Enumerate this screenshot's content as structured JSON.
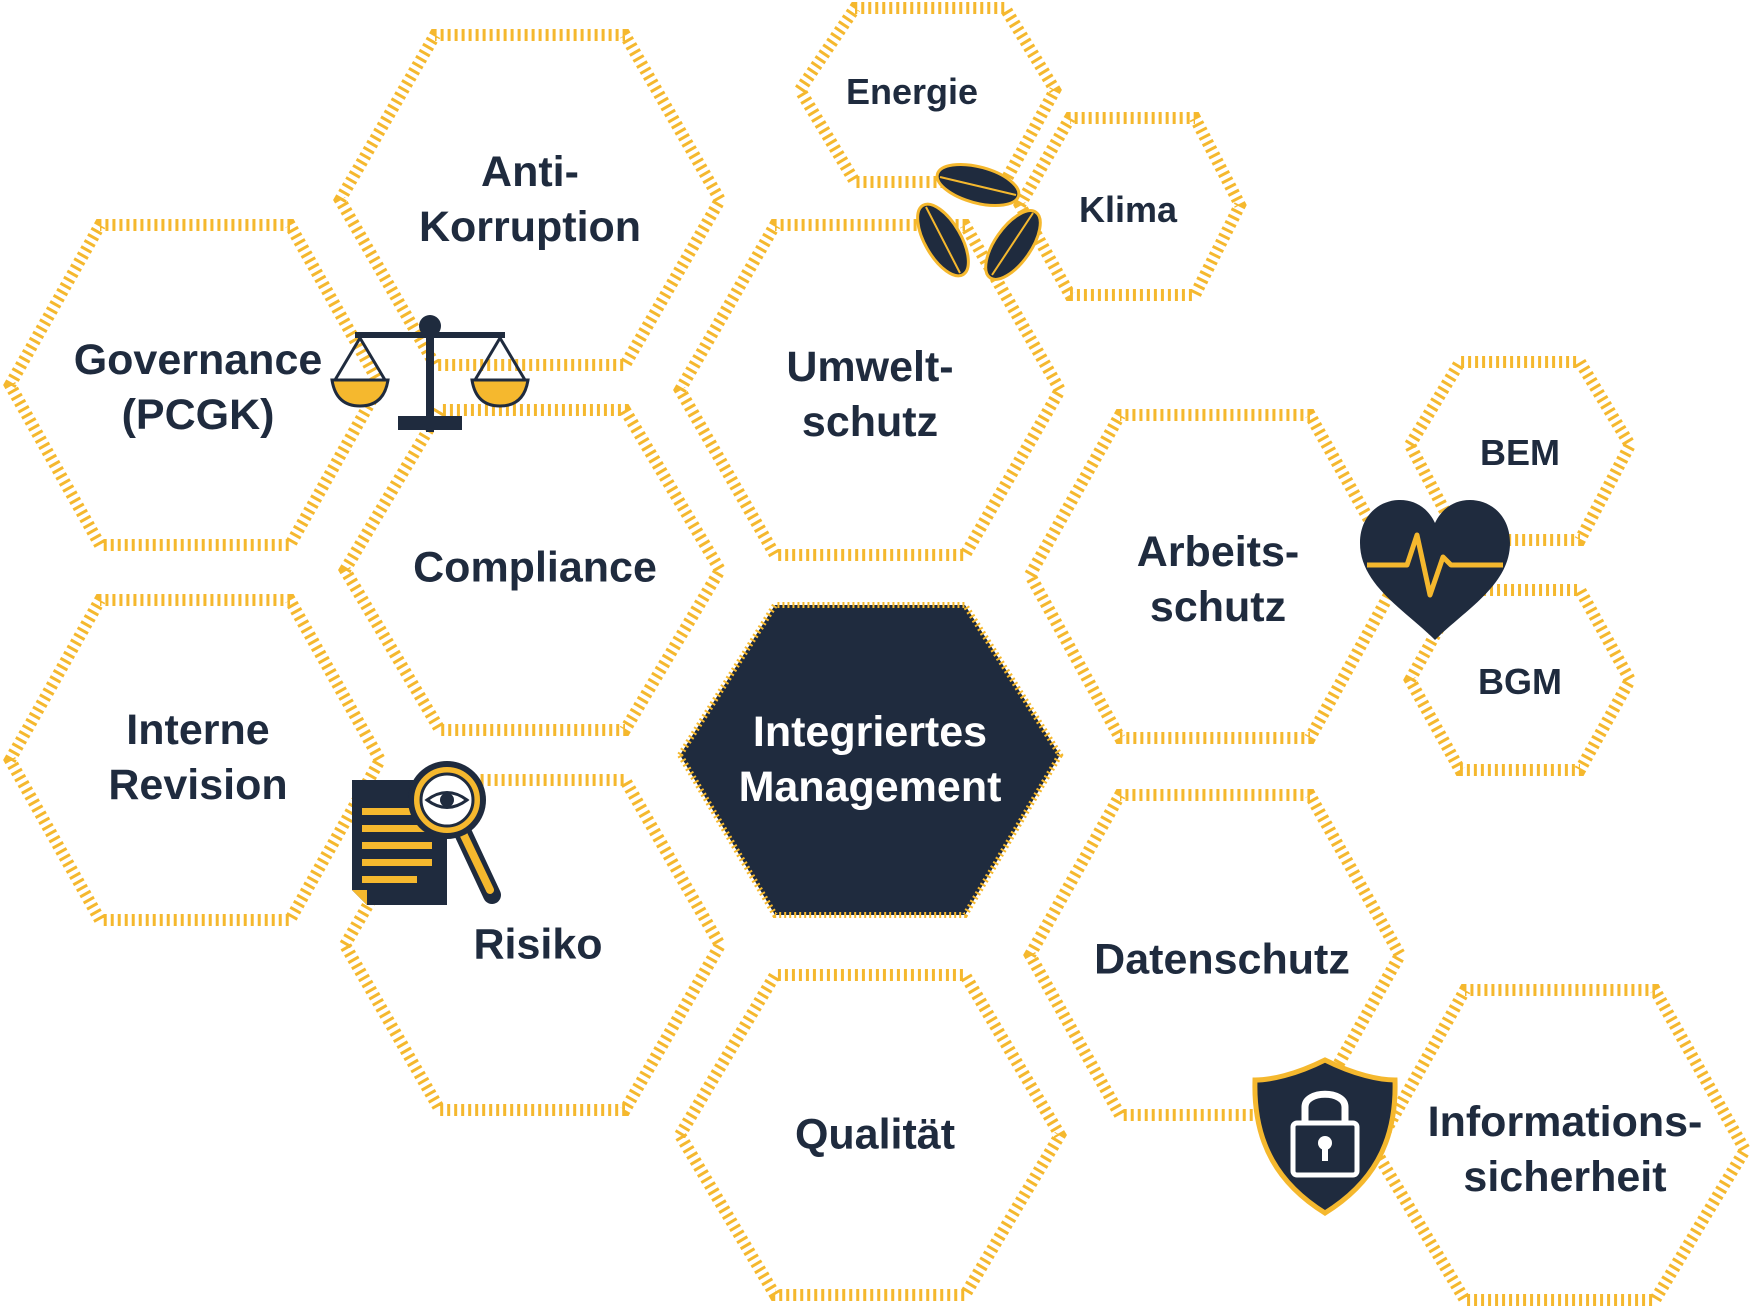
{
  "diagram": {
    "colors": {
      "accent": "#f5b82e",
      "dark": "#1f2b3e",
      "background": "#ffffff"
    },
    "center": {
      "lines": [
        "Integriertes",
        "Management"
      ]
    },
    "nodes": [
      {
        "id": "anti-korruption",
        "lines": [
          "Anti-",
          "Korruption"
        ]
      },
      {
        "id": "governance",
        "lines": [
          "Governance",
          "(PCGK)"
        ]
      },
      {
        "id": "compliance",
        "lines": [
          "Compliance"
        ]
      },
      {
        "id": "interne-revision",
        "lines": [
          "Interne",
          "Revision"
        ]
      },
      {
        "id": "risiko",
        "lines": [
          "Risiko"
        ]
      },
      {
        "id": "umweltschutz",
        "lines": [
          "Umwelt-",
          "schutz"
        ]
      },
      {
        "id": "energie",
        "lines": [
          "Energie"
        ]
      },
      {
        "id": "klima",
        "lines": [
          "Klima"
        ]
      },
      {
        "id": "arbeitsschutz",
        "lines": [
          "Arbeits-",
          "schutz"
        ]
      },
      {
        "id": "bem",
        "lines": [
          "BEM"
        ]
      },
      {
        "id": "bgm",
        "lines": [
          "BGM"
        ]
      },
      {
        "id": "datenschutz",
        "lines": [
          "Datenschutz"
        ]
      },
      {
        "id": "qualitaet",
        "lines": [
          "Qualität"
        ]
      },
      {
        "id": "informationssicherheit",
        "lines": [
          "Informations-",
          "sicherheit"
        ]
      }
    ],
    "icons": [
      "scales-icon",
      "leaves-icon",
      "heart-pulse-icon",
      "document-magnifier-icon",
      "shield-lock-icon"
    ]
  }
}
